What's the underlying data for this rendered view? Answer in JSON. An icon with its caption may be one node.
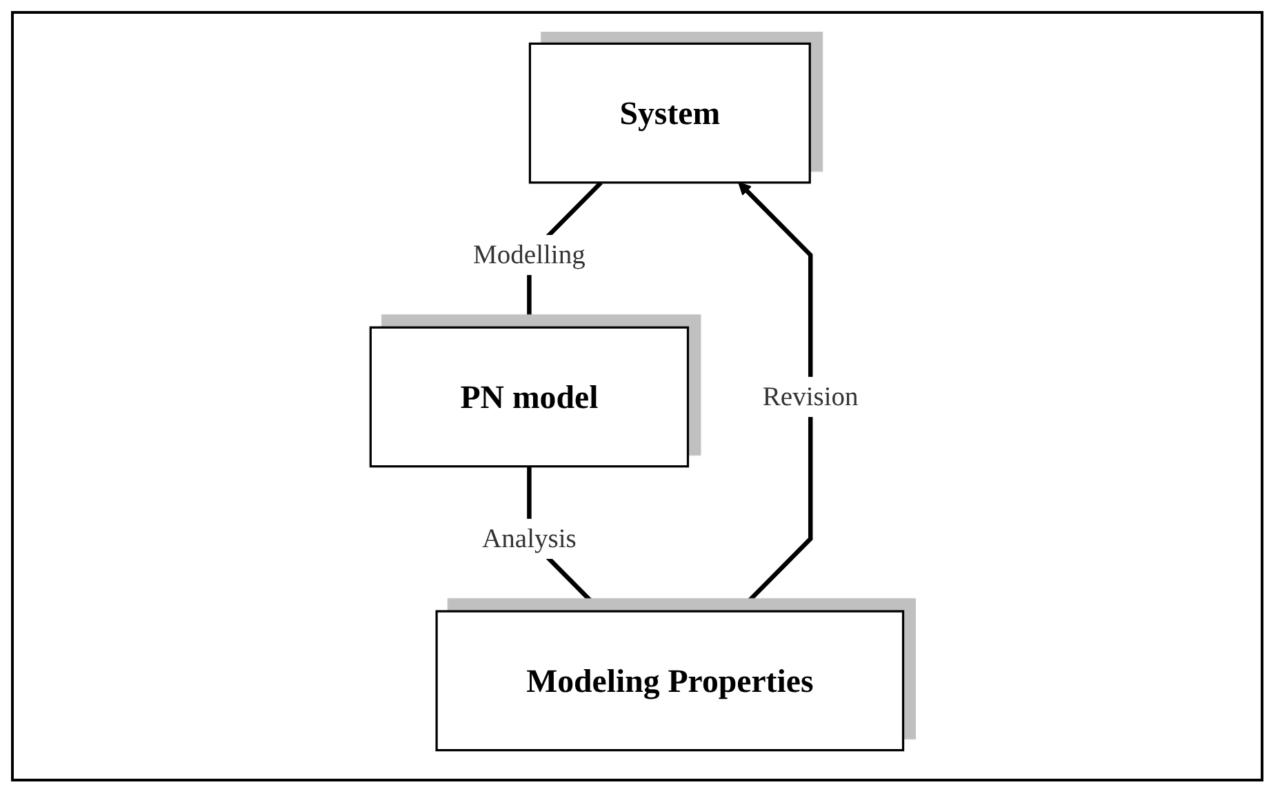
{
  "diagram": {
    "nodes": [
      {
        "text": [
          "System"
        ]
      },
      {
        "text": [
          "PN model"
        ]
      },
      {
        "text": [
          "Modeling Properties"
        ]
      }
    ],
    "edges": [
      {
        "from": 0,
        "to": 1,
        "arrow": "to",
        "label": "Modelling"
      },
      {
        "from": 1,
        "to": 2,
        "arrow": "to",
        "label": "Analysis"
      },
      {
        "from": 2,
        "to": 0,
        "arrow": "to",
        "label": "Revision"
      }
    ]
  }
}
